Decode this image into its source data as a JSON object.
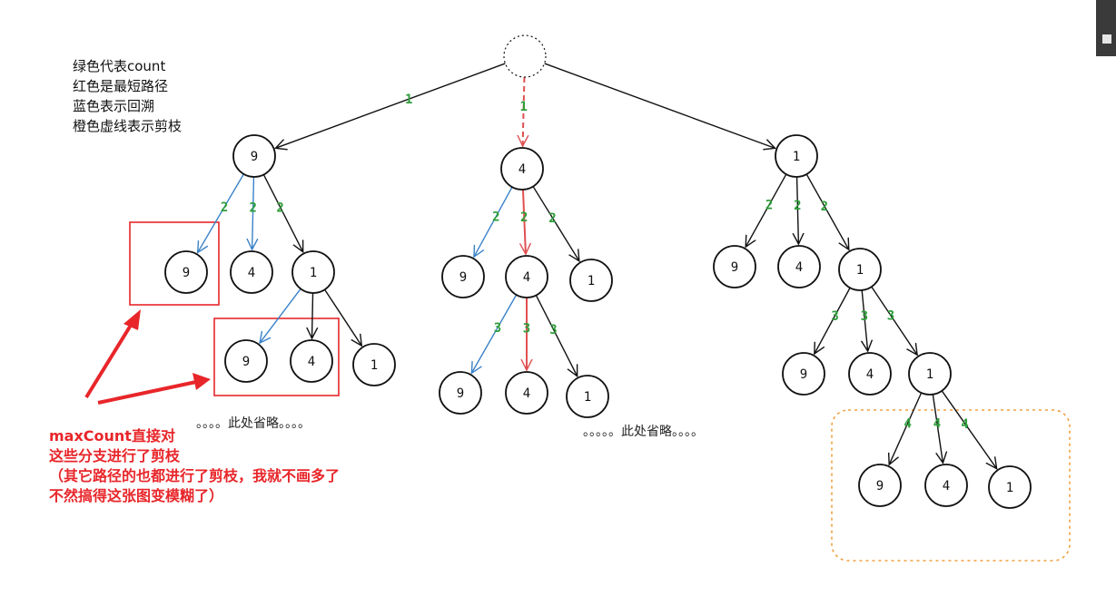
{
  "legend": [
    "绿色代表count",
    "红色是最短路径",
    "蓝色表示回溯",
    "橙色虚线表示剪枝"
  ],
  "note": [
    "maxCount直接对",
    "这些分支进行了剪枝",
    "（其它路径的也都进行了剪枝，我就不画多了",
    "不然搞得这张图变模糊了）"
  ],
  "omitted": [
    "。。。。此处省略。。。。",
    "。。。。。此处省略。。。。"
  ],
  "colors": {
    "count": "#2e9e3a",
    "shortest_path": "#e05050",
    "backtrack": "#3a82c8",
    "pruned": "#f0a040",
    "annotation": "#e8262a",
    "stroke": "#111111"
  },
  "nodes": [
    {
      "id": "root",
      "label": "",
      "style": "dashed"
    },
    {
      "id": "L",
      "label": "9"
    },
    {
      "id": "M",
      "label": "4"
    },
    {
      "id": "R",
      "label": "1"
    },
    {
      "id": "L9",
      "label": "9"
    },
    {
      "id": "L4",
      "label": "4"
    },
    {
      "id": "L1",
      "label": "1"
    },
    {
      "id": "L1_9",
      "label": "9"
    },
    {
      "id": "L1_4",
      "label": "4"
    },
    {
      "id": "L1_1",
      "label": "1"
    },
    {
      "id": "M9",
      "label": "9"
    },
    {
      "id": "M4",
      "label": "4"
    },
    {
      "id": "M1",
      "label": "1"
    },
    {
      "id": "M4_9",
      "label": "9"
    },
    {
      "id": "M4_4",
      "label": "4"
    },
    {
      "id": "M4_1",
      "label": "1"
    },
    {
      "id": "R9",
      "label": "9"
    },
    {
      "id": "R4",
      "label": "4"
    },
    {
      "id": "R1",
      "label": "1"
    },
    {
      "id": "R1_9",
      "label": "9"
    },
    {
      "id": "R1_4",
      "label": "4"
    },
    {
      "id": "R1_1",
      "label": "1"
    },
    {
      "id": "R11_9",
      "label": "9"
    },
    {
      "id": "R11_4",
      "label": "4"
    },
    {
      "id": "R11_1",
      "label": "1"
    }
  ],
  "edges": [
    {
      "from": "root",
      "to": "L",
      "label": "1",
      "color": "stroke"
    },
    {
      "from": "root",
      "to": "M",
      "label": "1",
      "color": "shortest_path"
    },
    {
      "from": "root",
      "to": "R",
      "label": "",
      "color": "stroke"
    },
    {
      "from": "L",
      "to": "L9",
      "label": "2",
      "color": "backtrack"
    },
    {
      "from": "L",
      "to": "L4",
      "label": "2",
      "color": "backtrack"
    },
    {
      "from": "L",
      "to": "L1",
      "label": "2",
      "color": "stroke"
    },
    {
      "from": "L1",
      "to": "L1_9",
      "label": "",
      "color": "backtrack"
    },
    {
      "from": "L1",
      "to": "L1_4",
      "label": "",
      "color": "stroke"
    },
    {
      "from": "L1",
      "to": "L1_1",
      "label": "",
      "color": "stroke"
    },
    {
      "from": "M",
      "to": "M9",
      "label": "2",
      "color": "backtrack"
    },
    {
      "from": "M",
      "to": "M4",
      "label": "2",
      "color": "shortest_path"
    },
    {
      "from": "M",
      "to": "M1",
      "label": "2",
      "color": "stroke"
    },
    {
      "from": "M4",
      "to": "M4_9",
      "label": "3",
      "color": "backtrack"
    },
    {
      "from": "M4",
      "to": "M4_4",
      "label": "3",
      "color": "shortest_path"
    },
    {
      "from": "M4",
      "to": "M4_1",
      "label": "3",
      "color": "stroke"
    },
    {
      "from": "R",
      "to": "R9",
      "label": "2",
      "color": "stroke"
    },
    {
      "from": "R",
      "to": "R4",
      "label": "2",
      "color": "stroke"
    },
    {
      "from": "R",
      "to": "R1",
      "label": "2",
      "color": "stroke"
    },
    {
      "from": "R1",
      "to": "R1_9",
      "label": "3",
      "color": "stroke"
    },
    {
      "from": "R1",
      "to": "R1_4",
      "label": "3",
      "color": "stroke"
    },
    {
      "from": "R1",
      "to": "R1_1",
      "label": "3",
      "color": "stroke"
    },
    {
      "from": "R1_1",
      "to": "R11_9",
      "label": "4",
      "color": "stroke"
    },
    {
      "from": "R1_1",
      "to": "R11_4",
      "label": "4",
      "color": "stroke"
    },
    {
      "from": "R1_1",
      "to": "R11_1",
      "label": "4",
      "color": "stroke"
    }
  ]
}
